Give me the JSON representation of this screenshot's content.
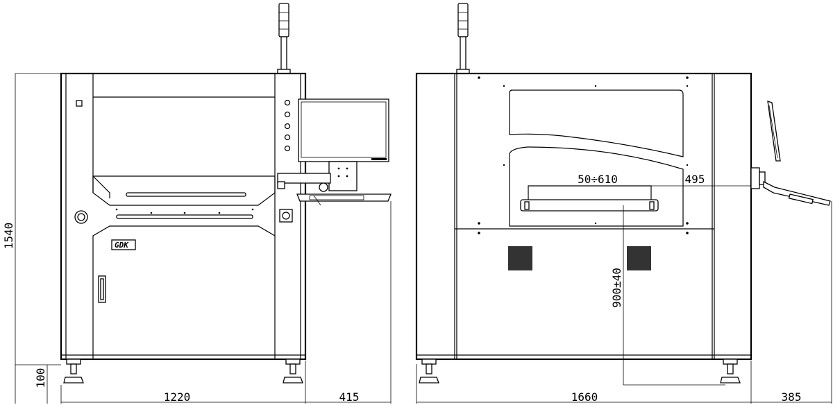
{
  "front_view": {
    "brand_logo": "GDK",
    "dimensions": {
      "height": "1540",
      "foot_height": "100",
      "width": "1220",
      "monitor_overhang": "415"
    }
  },
  "side_view": {
    "dimensions": {
      "depth": "1660",
      "panel_overhang": "385",
      "conveyor_height": "900±40",
      "board_width_range": "50÷610",
      "conveyor_offset": "495"
    }
  }
}
